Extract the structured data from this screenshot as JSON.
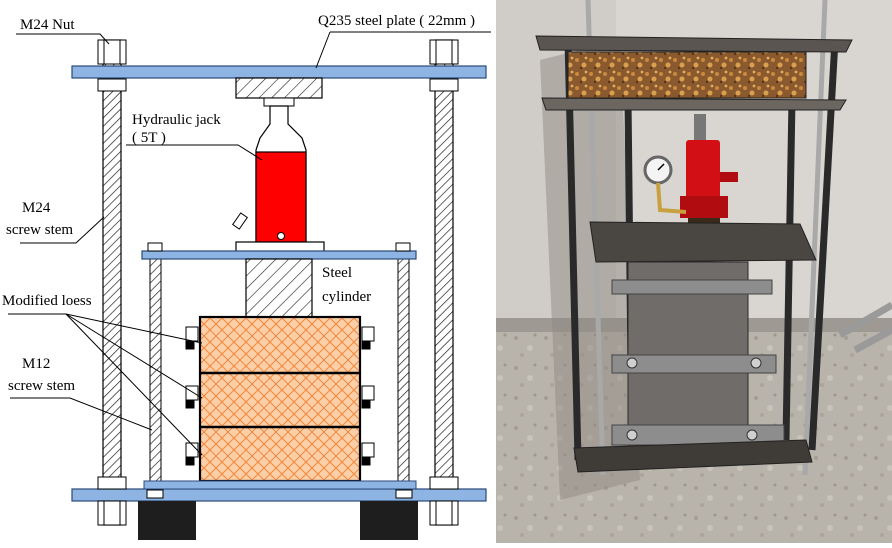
{
  "labels": {
    "nut": "M24 Nut",
    "plate": "Q235 steel plate ( 22mm )",
    "jack_line1": "Hydraulic jack",
    "jack_line2": "( 5T )",
    "m24_line1": "M24",
    "m24_line2": "screw stem",
    "cyl_line1": "Steel",
    "cyl_line2": "cylinder",
    "loess": "Modified loess",
    "m12_line1": "M12",
    "m12_line2": "screw stem"
  },
  "colors": {
    "plate": "#8db4e2",
    "jack_red": "#ff0000",
    "loess": "#fbcfa8",
    "loess_hatch": "#f4883a",
    "support": "#1e1e1e"
  }
}
